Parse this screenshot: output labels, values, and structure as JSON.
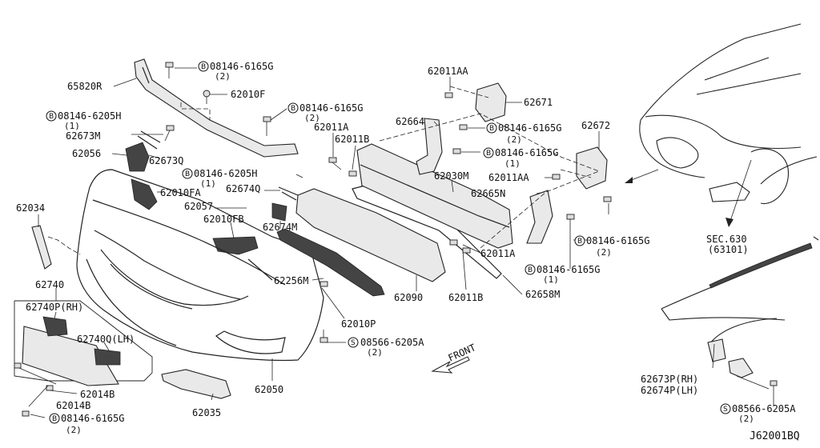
{
  "diagram": {
    "labels": {
      "p65820R": "65820R",
      "b08146_6165G_top": "08146-6165G",
      "b08146_6165G_top_q": "(2)",
      "p62010F": "62010F",
      "b08146_6165G_b": "08146-6165G",
      "b08146_6165G_b_q": "(2)",
      "b08146_6205H_a": "08146-6205H",
      "b08146_6205H_a_q": "(1)",
      "p62673M": "62673M",
      "p62056": "62056",
      "p62673Q": "62673Q",
      "b08146_6205H_b": "08146-6205H",
      "b08146_6205H_b_q": "(1)",
      "p62010FA": "62010FA",
      "p62674Q": "62674Q",
      "p62057": "62057",
      "p62010FB": "62010FB",
      "p62674M": "62674M",
      "p62034": "62034",
      "p62740": "62740",
      "p62740P": "62740P(RH)",
      "p62740Q": "62740Q(LH)",
      "p62014B_a": "62014B",
      "p62014B_b": "62014B",
      "b08146_6165G_c": "08146-6165G",
      "b08146_6165G_c_q": "(2)",
      "p62035": "62035",
      "p62050": "62050",
      "p62010P": "62010P",
      "s08566_6205A_a": "08566-6205A",
      "s08566_6205A_a_q": "(2)",
      "p62256M": "62256M",
      "p62090": "62090",
      "p62011B_a": "62011B",
      "p62658M": "62658M",
      "p62011AA_a": "62011AA",
      "p62671": "62671",
      "p62664": "62664",
      "b08146_6165G_d": "08146-6165G",
      "b08146_6165G_d_q": "(2)",
      "p62011A_a": "62011A",
      "p62011B_b": "62011B",
      "b08146_6165G_e": "08146-6165G",
      "b08146_6165G_e_q": "(1)",
      "p62672": "62672",
      "p62030M": "62030M",
      "p62011AA_b": "62011AA",
      "p62665N": "62665N",
      "p62011A_b": "62011A",
      "b08146_6165G_f": "08146-6165G",
      "b08146_6165G_f_q": "(2)",
      "b08146_6165G_g": "08146-6165G",
      "b08146_6165G_g_q": "(1)",
      "sec630": "SEC.630",
      "sec630_sub": "(63101)",
      "p62673P": "62673P(RH)",
      "p62674P": "62674P(LH)",
      "s08566_6205A_b": "08566-6205A",
      "s08566_6205A_b_q": "(2)",
      "front": "FRONT",
      "ref_code": "J62001BQ",
      "b_char": "B",
      "s_char": "S"
    }
  }
}
